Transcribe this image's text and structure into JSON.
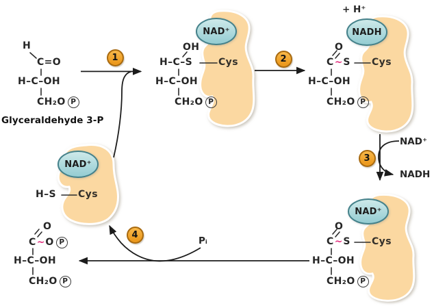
{
  "palette": {
    "enzyme_blob": "#fbd8a1",
    "cofactor_fill_top": "#cde9e9",
    "cofactor_fill_bottom": "#92cbd1",
    "cofactor_border": "#44818a",
    "step_badge_fill": "#f0a32c",
    "step_badge_border": "#a86a10",
    "high_energy_bond_pink": "#e3317f",
    "text": "#262626"
  },
  "labels": {
    "substrate": "Glyceraldehyde 3-P",
    "plus_h": "+ H⁺",
    "pi": "Pᵢ",
    "nad_in": "NAD⁺",
    "nadh_out": "NADH"
  },
  "steps": {
    "s1": "1",
    "s2": "2",
    "s3": "3",
    "s4": "4"
  },
  "cofactors": {
    "hemithioacetal": "NAD⁺",
    "thioester_top": "NADH",
    "thioester_bottom": "NAD⁺",
    "free_enzyme": "NAD⁺"
  },
  "structures": {
    "g3p": {
      "h_top": "H",
      "carbonyl": "C=O",
      "mid": "H–C–OH",
      "tail": "CH₂O",
      "tail_p": "P"
    },
    "hemithioacetal": {
      "oh_top": "OH",
      "chain": "H–C–S",
      "cys": "Cys",
      "mid": "H–C–OH",
      "tail": "CH₂O",
      "tail_p": "P"
    },
    "thioester_top": {
      "o_top": "O",
      "c": "C",
      "tilde": "~",
      "s": "S",
      "cys": "Cys",
      "mid": "H–C–OH",
      "tail": "CH₂O",
      "tail_p": "P"
    },
    "thioester_bottom": {
      "o_top": "O",
      "c": "C",
      "tilde": "~",
      "s": "S",
      "cys": "Cys",
      "mid": "H–C–OH",
      "tail": "CH₂O",
      "tail_p": "P"
    },
    "bpg": {
      "o_top": "O",
      "c": "C",
      "tilde": "~",
      "o_right": "O",
      "p_mid": "P",
      "mid": "H–C–OH",
      "tail": "CH₂O",
      "tail_p": "P"
    },
    "free_enzyme": {
      "hs": "H–S",
      "cys": "Cys"
    }
  }
}
